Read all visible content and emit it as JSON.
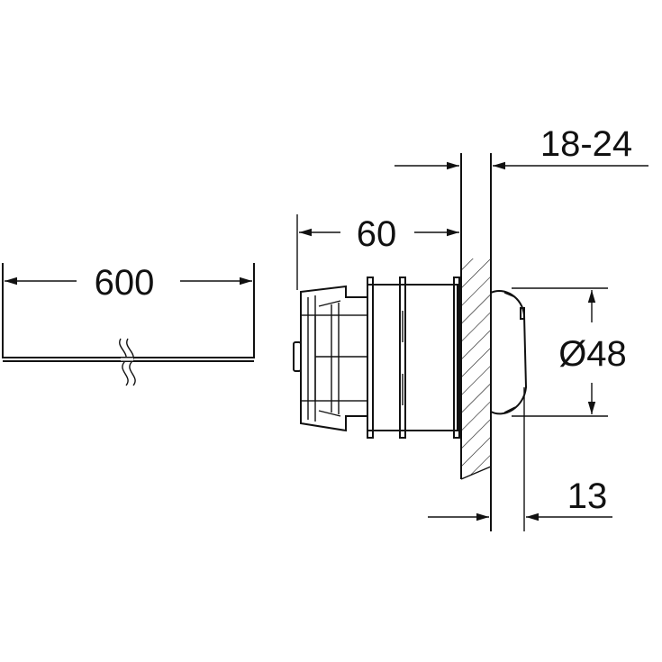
{
  "dimensions": {
    "cable_length": "600",
    "depth": "60",
    "wall_thickness": "18-24",
    "button_diameter": "Ø48",
    "button_projection": "13"
  },
  "colors": {
    "line": "#111111",
    "background": "#ffffff"
  }
}
